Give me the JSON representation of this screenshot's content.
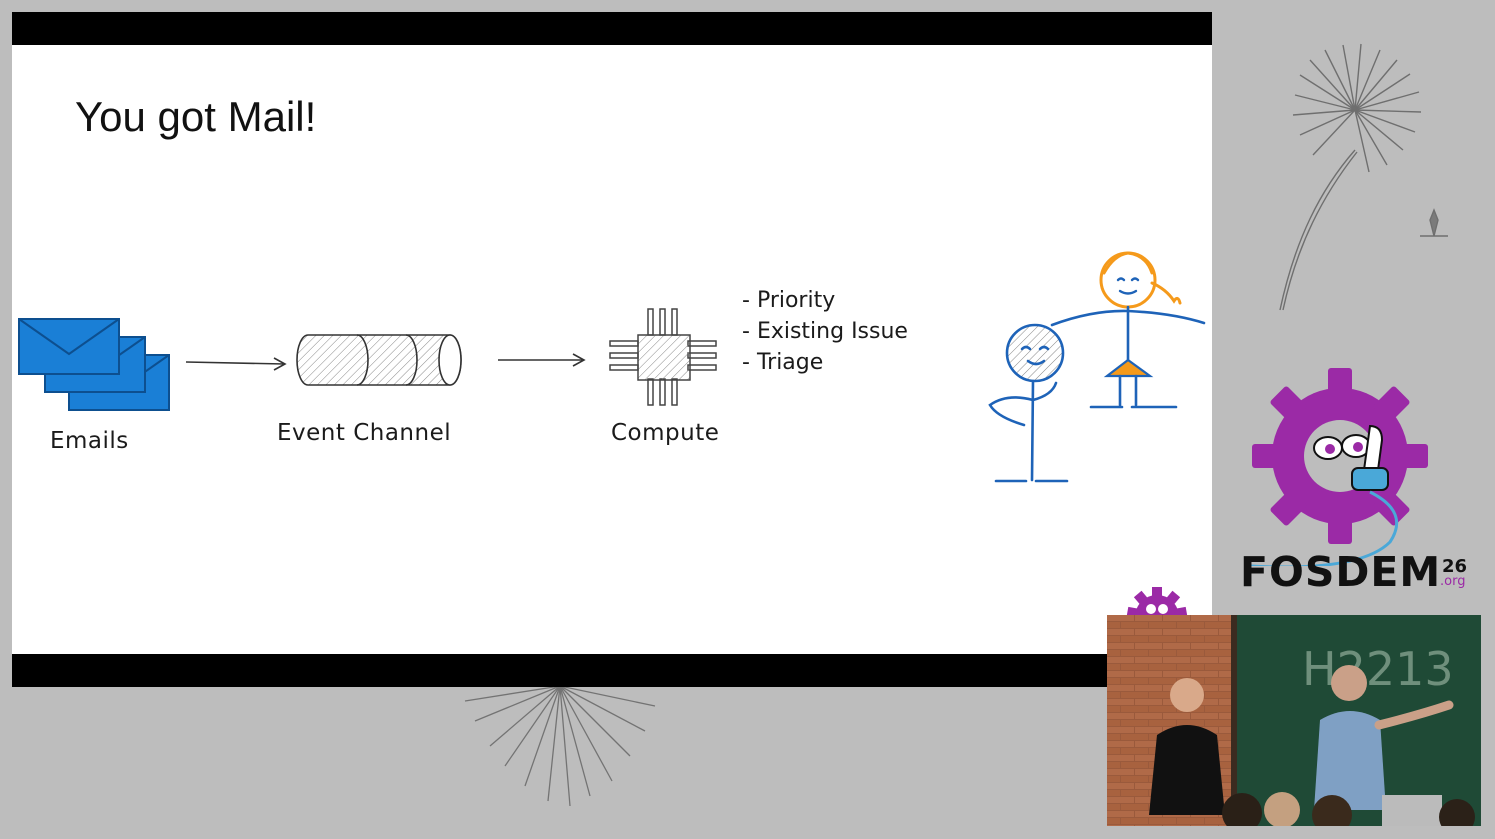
{
  "slide": {
    "title": "You got Mail!"
  },
  "diagram": {
    "nodes": [
      {
        "id": "emails",
        "label": "Emails",
        "icon": "envelope-stack-icon"
      },
      {
        "id": "event-channel",
        "label": "Event Channel",
        "icon": "cylinder-icon"
      },
      {
        "id": "compute",
        "label": "Compute",
        "icon": "chip-icon"
      }
    ],
    "edges": [
      {
        "from": "emails",
        "to": "event-channel"
      },
      {
        "from": "event-channel",
        "to": "compute"
      }
    ],
    "compute_notes": [
      "Priority",
      "Existing Issue",
      "Triage"
    ],
    "figures": [
      "thinking-person-icon",
      "woman-stick-figure-icon"
    ]
  },
  "branding": {
    "name": "FOSDEM",
    "year": "26",
    "tld": ".org",
    "colors": {
      "gear": "#9b2aa6",
      "accent_blue": "#1a7fd6",
      "orange": "#f59a1b",
      "figure_blue": "#1e63b8"
    }
  },
  "camera": {
    "board_text": "H2213"
  }
}
